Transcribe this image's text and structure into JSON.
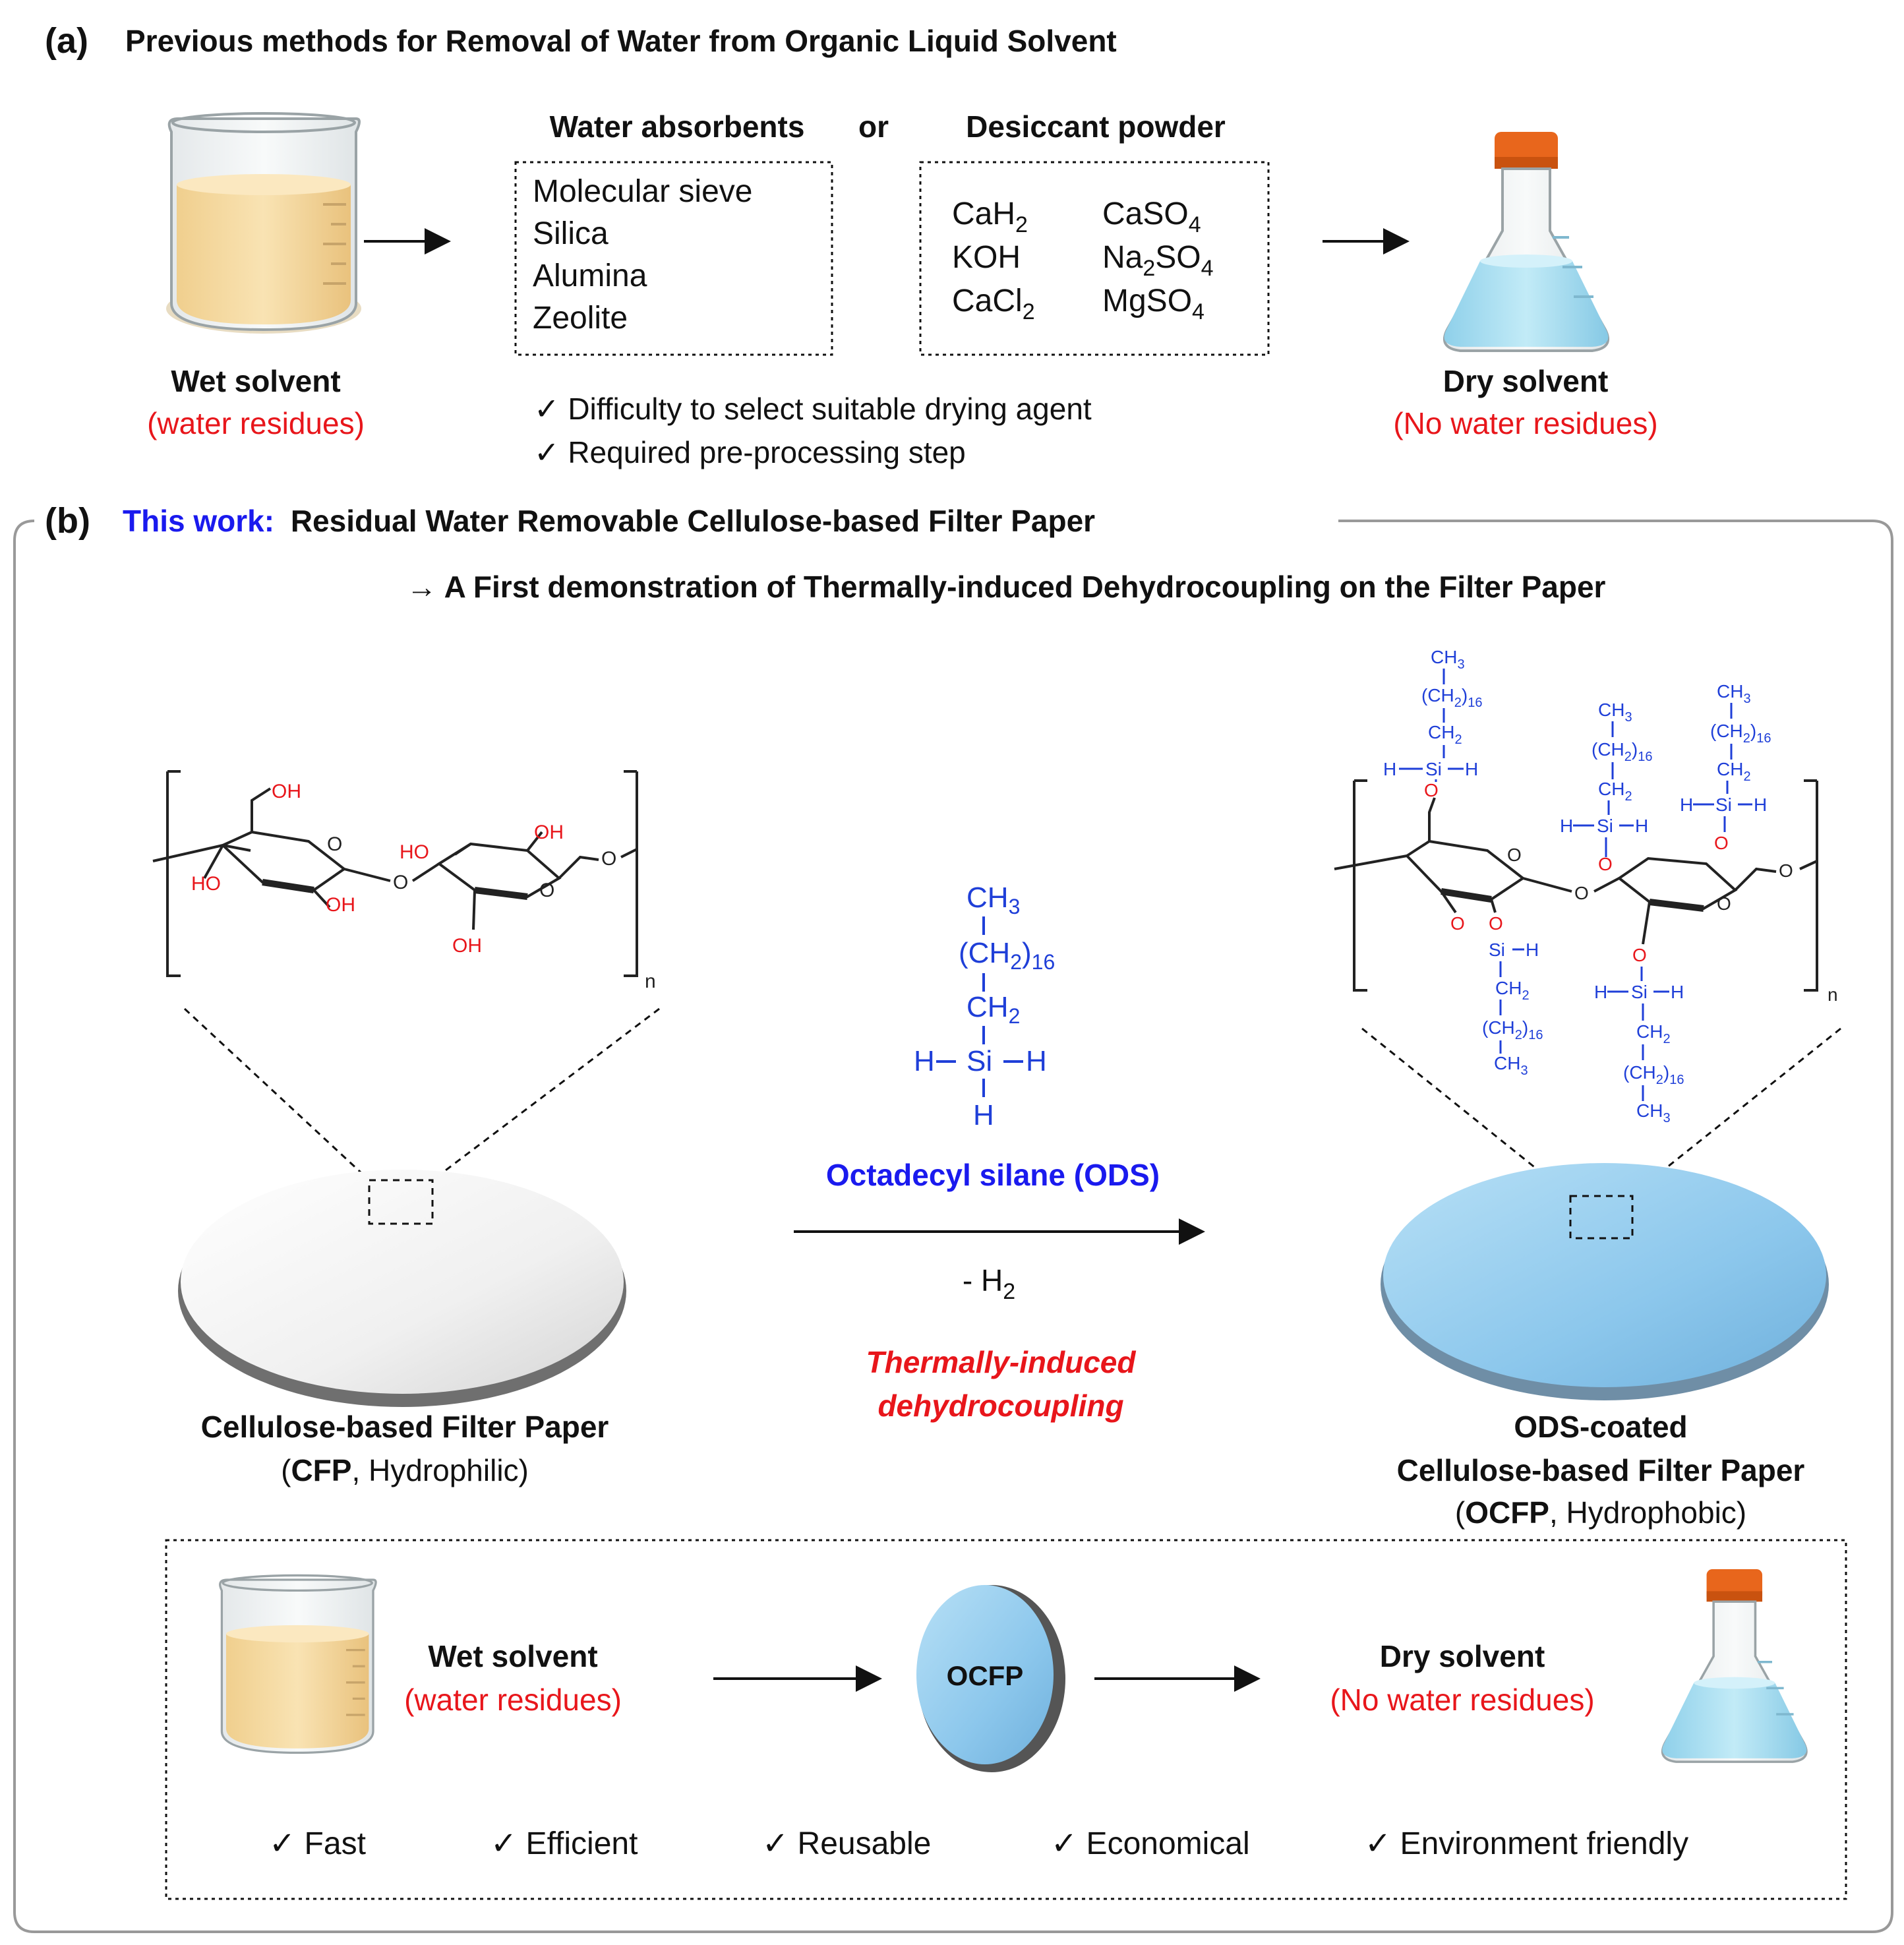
{
  "colors": {
    "black": "#111111",
    "red": "#e8161b",
    "blue": "#1a1aee",
    "chem_blue": "#1f3fd8",
    "liquid_yellow": "#f5d9a0",
    "liquid_blue": "#a8dcf0",
    "paper_white": "#eeeeee",
    "paper_blue": "#8fc8ee",
    "cap_orange": "#e8661c"
  },
  "panel_a": {
    "label": "(a)",
    "title": "Previous methods for Removal of Water from Organic Liquid Solvent",
    "wet_label": "Wet solvent",
    "wet_sub": "(water residues)",
    "absorbents_header": "Water absorbents",
    "or_word": "or",
    "desiccant_header": "Desiccant powder",
    "absorbents": [
      "Molecular sieve",
      "Silica",
      "Alumina",
      "Zeolite"
    ],
    "desiccants_left": [
      {
        "base": "CaH",
        "sub": "2"
      },
      {
        "base": "KOH",
        "sub": ""
      },
      {
        "base": "CaCl",
        "sub": "2"
      }
    ],
    "desiccants_right": [
      {
        "base": "CaSO",
        "sub": "4"
      },
      {
        "base": "Na",
        "sub": "2",
        "tail": "SO",
        "sub2": "4"
      },
      {
        "base": "MgSO",
        "sub": "4"
      }
    ],
    "drawbacks": [
      "✓ Difficulty to select suitable drying agent",
      "✓ Required pre-processing step"
    ],
    "dry_label": "Dry solvent",
    "dry_sub": "(No water residues)"
  },
  "panel_b": {
    "label": "(b)",
    "this_work": "This work:",
    "title": "Residual Water Removable Cellulose-based Filter Paper",
    "subtitle": "→ A First demonstration of Thermally-induced Dehydrocoupling on the Filter Paper",
    "oh": "OH",
    "ho": "HO",
    "o": "O",
    "n": "n",
    "ods_ch3": "CH",
    "ods_ch3_sub": "3",
    "ods_ch2n": "(CH",
    "ods_ch2n_sub": "2",
    "ods_ch2n_tail": ")",
    "ods_ch2n_sub2": "16",
    "ods_ch2": "CH",
    "ods_ch2_sub": "2",
    "ods_si": "Si",
    "ods_h": "H",
    "reagent": "Octadecyl silane (ODS)",
    "byproduct": "- H",
    "byproduct_sub": "2",
    "condition_line1": "Thermally-induced",
    "condition_line2": "dehydrocoupling",
    "cfp_title": "Cellulose-based Filter Paper",
    "cfp_sub_bold": "CFP",
    "cfp_sub_rest": ", Hydrophilic)",
    "cfp_sub_open": "(",
    "ocfp_title1": "ODS-coated",
    "ocfp_title2": "Cellulose-based Filter Paper",
    "ocfp_sub_bold": "OCFP",
    "ocfp_sub_rest": ", Hydrophobic)",
    "ocfp_sub_open": "(",
    "bottom": {
      "wet_label": "Wet solvent",
      "wet_sub": "(water residues)",
      "filter_label": "OCFP",
      "dry_label": "Dry solvent",
      "dry_sub": "(No water residues)",
      "benefits": [
        "✓ Fast",
        "✓ Efficient",
        "✓ Reusable",
        "✓ Economical",
        "✓ Environment friendly"
      ]
    }
  }
}
